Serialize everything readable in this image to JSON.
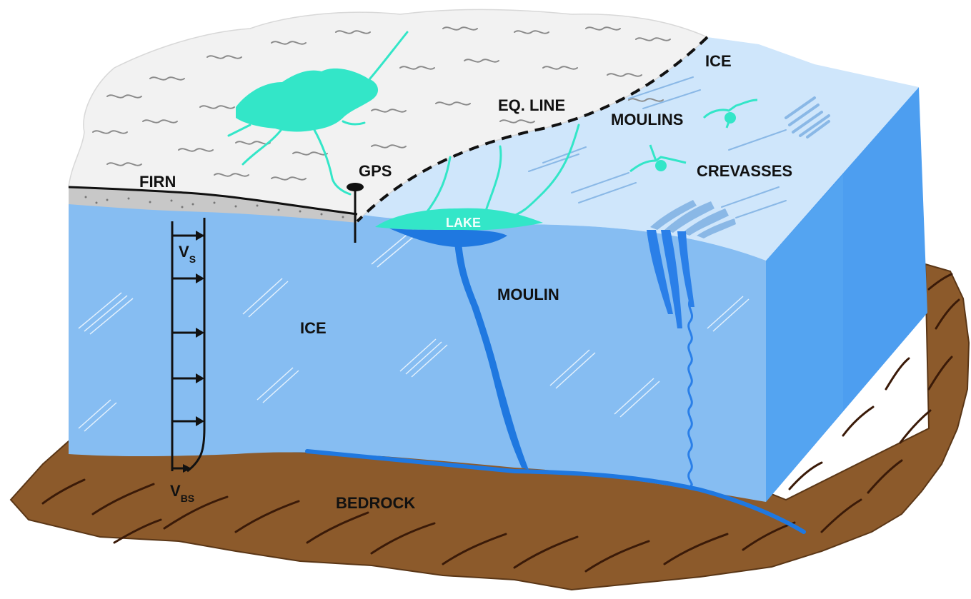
{
  "labels": {
    "firn": "FIRN",
    "gps": "GPS",
    "eq_line": "EQ. LINE",
    "ice_top": "ICE",
    "moulins": "MOULINS",
    "crevasses": "CREVASSES",
    "lake": "LAKE",
    "ice_front": "ICE",
    "moulin": "MOULIN",
    "bedrock": "BEDROCK",
    "velocity_surface": "V",
    "velocity_surface_sub": "S",
    "velocity_base": "V",
    "velocity_base_sub": "BS"
  },
  "colors": {
    "bedrock": "#8c5a2b",
    "bedrock_lines": "#3a1a08",
    "ice_front": "#86bdf2",
    "ice_side": "#4d9ef0",
    "ice_top": "#cfe6fb",
    "snow": "#f2f2f2",
    "firn_layer": "#c8c8c8",
    "meltwater": "#33e6c8",
    "moulin_water": "#1f78e0",
    "outline": "#111111"
  }
}
